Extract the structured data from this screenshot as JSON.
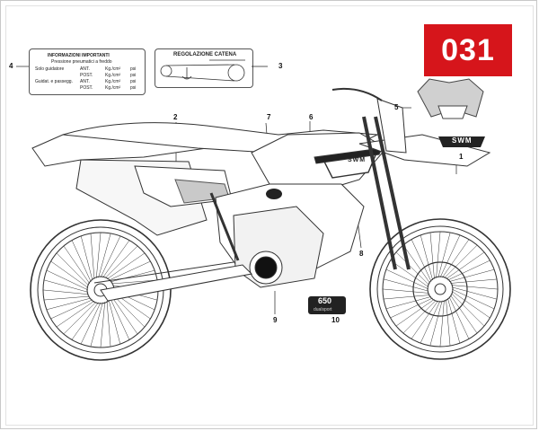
{
  "badge": {
    "code": "031",
    "color": "#d6151b"
  },
  "tyre_label": {
    "title": "INFORMAZIONI IMPORTANTI",
    "subtitle": "Pressione pneumatici a freddo",
    "rows": [
      {
        "rider": "Solo guidatore",
        "pos": "ANT.",
        "unit": "Kg./cm²",
        "psi": "psi"
      },
      {
        "rider": "",
        "pos": "POST.",
        "unit": "Kg./cm²",
        "psi": "psi"
      },
      {
        "rider": "Guidat. e passegg.",
        "pos": "ANT.",
        "unit": "Kg./cm²",
        "psi": "psi"
      },
      {
        "rider": "",
        "pos": "POST.",
        "unit": "Kg./cm²",
        "psi": "psi"
      }
    ]
  },
  "chain_label": {
    "title": "REGOLAZIONE CATENA"
  },
  "callouts": [
    "1",
    "2",
    "3",
    "4",
    "5",
    "6",
    "7",
    "8",
    "9",
    "10"
  ],
  "decals": {
    "brand": "SWM",
    "model": "650",
    "fuel_wording": "dualsport"
  }
}
